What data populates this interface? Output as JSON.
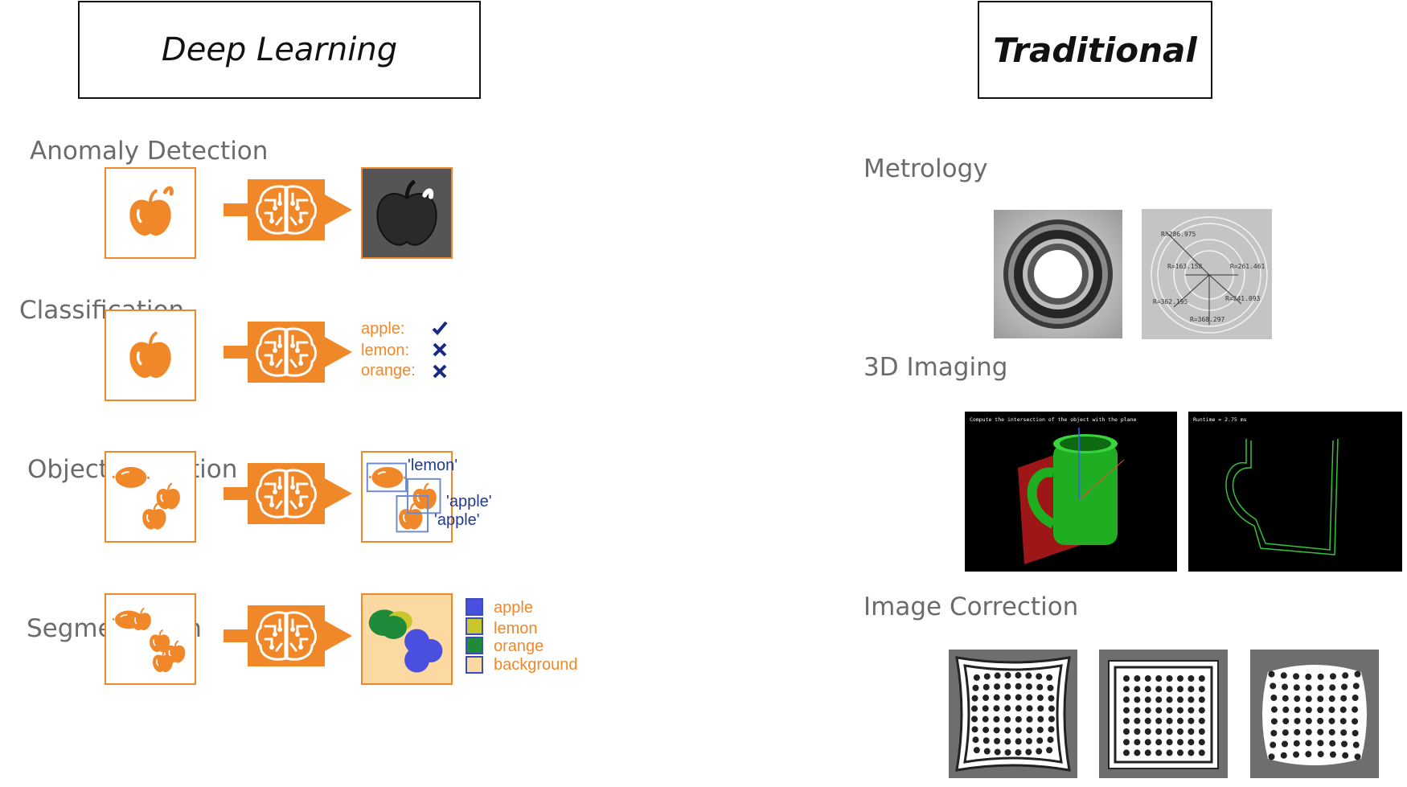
{
  "headers": {
    "deep_learning": "Deep Learning",
    "traditional": "Traditional"
  },
  "deep_learning_sections": {
    "anomaly": "Anomaly Detection",
    "classification": "Classification",
    "object_detection": "Object Detection",
    "segmentation": "Segmentation"
  },
  "classification_output": {
    "labels": [
      "apple:",
      "lemon:",
      "orange:"
    ],
    "results": [
      "check",
      "cross",
      "cross"
    ]
  },
  "object_detection_output": {
    "labels": [
      "'lemon'",
      "'apple'",
      "'apple'"
    ]
  },
  "segmentation_legend": [
    {
      "label": "apple",
      "color": "#4b4fe0"
    },
    {
      "label": "lemon",
      "color": "#c8c62a"
    },
    {
      "label": "orange",
      "color": "#1e8a3a"
    },
    {
      "label": "background",
      "color": "#fbd9a0"
    }
  ],
  "traditional_sections": {
    "metrology": "Metrology",
    "imaging_3d": "3D Imaging",
    "image_correction": "Image Correction"
  },
  "metrology_measurements": [
    "R=286.975",
    "R=163.158",
    "R=261.461",
    "R=362.195",
    "R=241.093",
    "R=368.297"
  ],
  "imaging_3d_captions": {
    "left": "Compute the intersection of the object with the plane",
    "right": "Runtime = 2.75 ms"
  },
  "colors": {
    "orange": "#f0882a",
    "navy": "#233a8c",
    "title_gray": "#6b6b6b"
  }
}
